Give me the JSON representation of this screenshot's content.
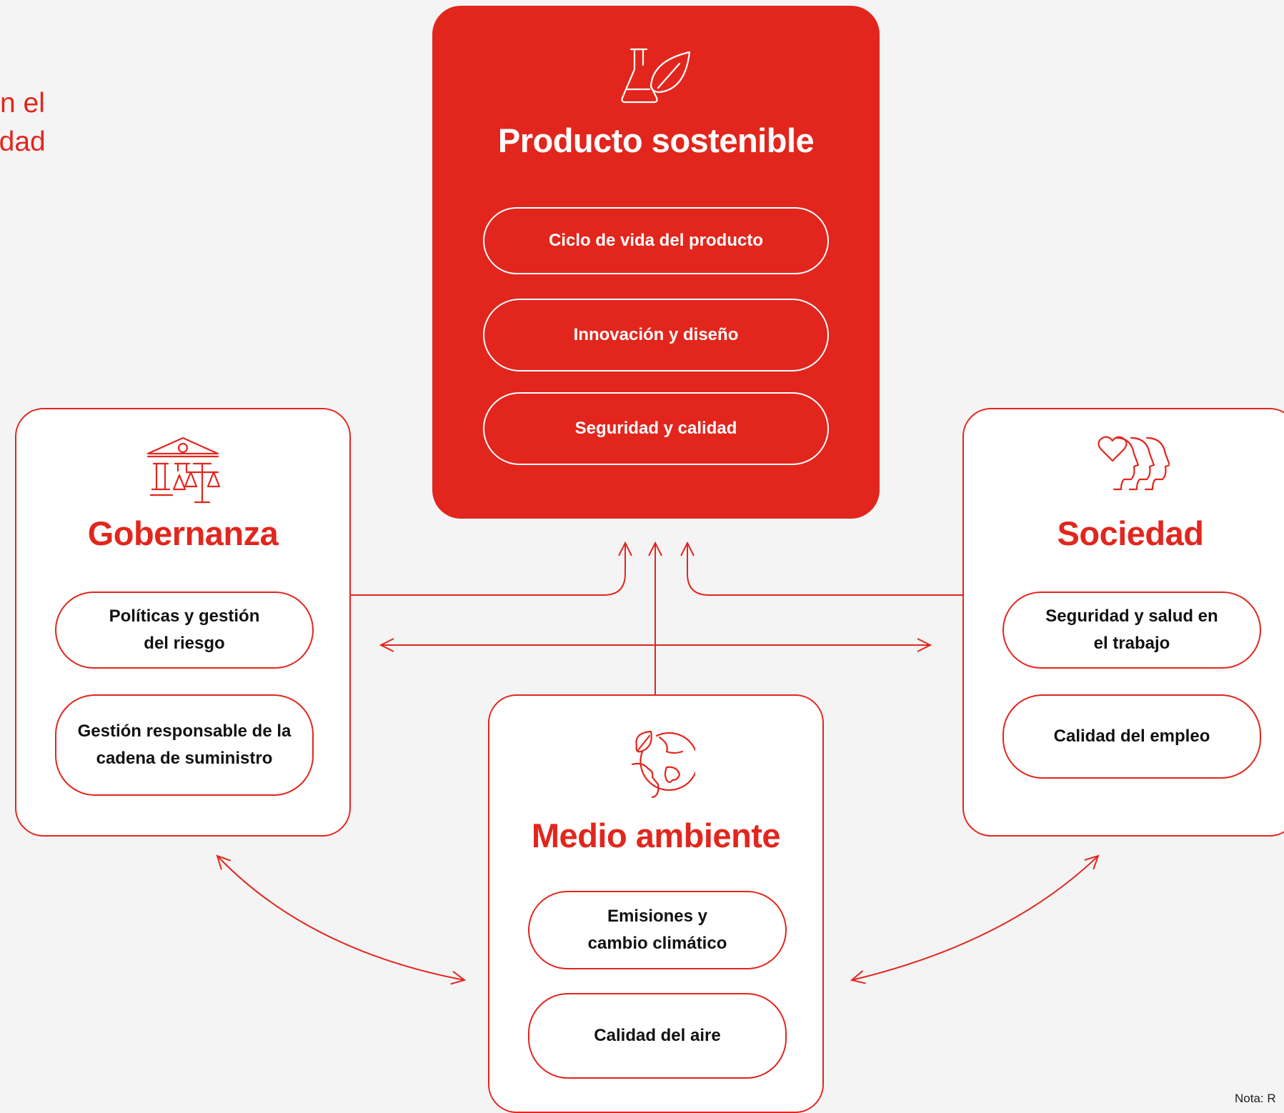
{
  "partial_heading": {
    "line1": "n el",
    "line2": "idad"
  },
  "note": "Nota: R",
  "colors": {
    "accent": "#e2261d",
    "background": "#f4f4f4",
    "text": "#111111"
  },
  "producto": {
    "icon": "flask-leaf-icon",
    "title": "Producto sostenible",
    "items": [
      "Ciclo de vida del producto",
      "Innovación y diseño",
      "Seguridad y calidad"
    ]
  },
  "gobernanza": {
    "icon": "building-scales-icon",
    "title": "Gobernanza",
    "items": [
      "Políticas y gestión\ndel riesgo",
      "Gestión responsable de la\ncadena de suministro"
    ]
  },
  "sociedad": {
    "icon": "heart-people-icon",
    "title": "Sociedad",
    "items": [
      "Seguridad y salud en\nel trabajo",
      "Calidad del empleo"
    ]
  },
  "medio": {
    "icon": "globe-leaf-icon",
    "title": "Medio ambiente",
    "items": [
      "Emisiones y\ncambio climático",
      "Calidad del aire"
    ]
  }
}
